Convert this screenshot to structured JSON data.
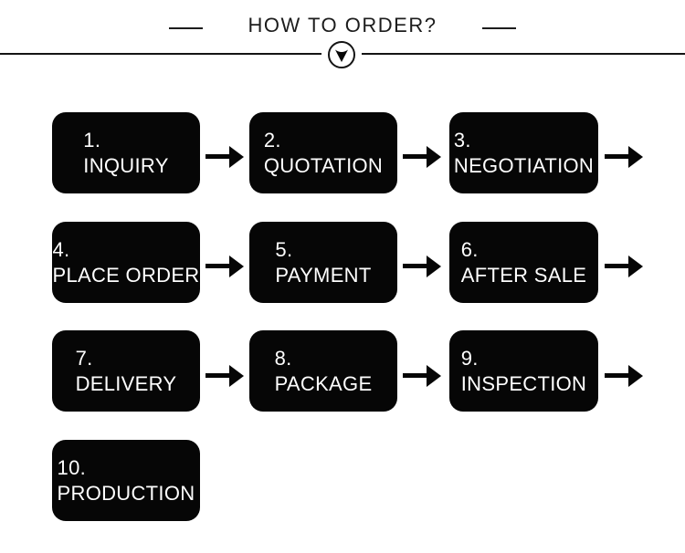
{
  "header": {
    "title": "HOW TO ORDER?",
    "divider_icon": "chevron-down-in-circle"
  },
  "steps": [
    {
      "num": "1.",
      "label": "INQUIRY"
    },
    {
      "num": "2.",
      "label": "QUOTATION"
    },
    {
      "num": "3.",
      "label": "NEGOTIATION"
    },
    {
      "num": "4.",
      "label": "PLACE ORDER"
    },
    {
      "num": "5.",
      "label": "PAYMENT"
    },
    {
      "num": "6.",
      "label": "AFTER SALE"
    },
    {
      "num": "7.",
      "label": "DELIVERY"
    },
    {
      "num": "8.",
      "label": "PACKAGE"
    },
    {
      "num": "9.",
      "label": "INSPECTION"
    },
    {
      "num": "10.",
      "label": "PRODUCTION"
    }
  ],
  "colors": {
    "box_bg": "#060606",
    "box_text": "#ffffff",
    "line": "#141414",
    "background": "#ffffff"
  }
}
